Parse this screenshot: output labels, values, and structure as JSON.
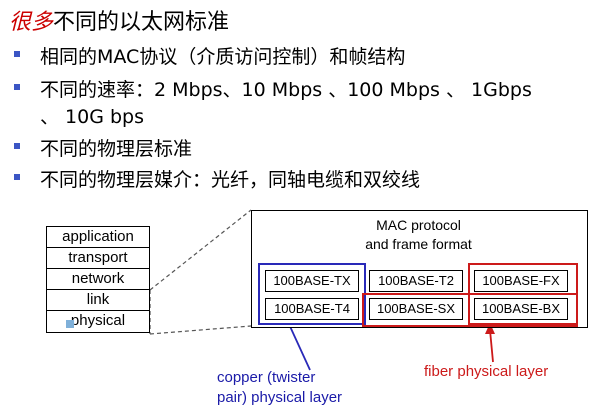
{
  "title": {
    "emphasis": "很多",
    "rest": "不同的以太网标准"
  },
  "bullets": [
    {
      "text": "相同的MAC协议（介质访问控制）和帧结构"
    },
    {
      "text": "不同的速率：2 Mbps、10 Mbps 、100 Mbps 、  1Gbps",
      "continuation": "、 10G bps"
    },
    {
      "text": "不同的物理层标准"
    },
    {
      "text": "不同的物理层媒介：光纤，同轴电缆和双绞线"
    }
  ],
  "stack": [
    "application",
    "transport",
    "network",
    "link",
    "physical"
  ],
  "mac": {
    "line1": "MAC protocol",
    "line2": "and frame format"
  },
  "standards": [
    "100BASE-TX",
    "100BASE-T2",
    "100BASE-FX",
    "100BASE-T4",
    "100BASE-SX",
    "100BASE-BX"
  ],
  "captions": {
    "copper_line1": "copper (twister",
    "copper_line2": "pair) physical layer",
    "fiber": "fiber physical layer"
  },
  "colors": {
    "copper": "#2929b8",
    "fiber": "#cc1a1a",
    "bullet_marker": "#3b55c4",
    "title_emphasis": "#cc0000"
  }
}
